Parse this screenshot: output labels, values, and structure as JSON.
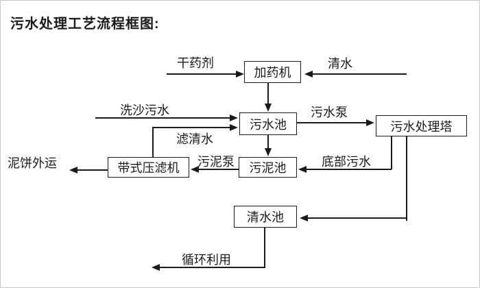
{
  "title": "污水处理工艺流程框图:",
  "nodes": {
    "dosing_machine": "加药机",
    "sewage_pool": "污水池",
    "treatment_tower": "污水处理塔",
    "sludge_pool": "污泥池",
    "belt_filter_press": "带式压滤机",
    "clean_water_pool": "清水池"
  },
  "labels": {
    "dry_agent": "干药剂",
    "clean_water": "清水",
    "sand_washing_sewage": "洗沙污水",
    "sewage_pump": "污水泵",
    "filtered_water": "滤清水",
    "sludge_pump": "污泥泵",
    "bottom_sewage": "底部污水",
    "mud_cake_out": "泥饼外运",
    "recycle": "循环利用"
  },
  "colors": {
    "line": "#1a1a1a",
    "background": "#ffffff"
  }
}
